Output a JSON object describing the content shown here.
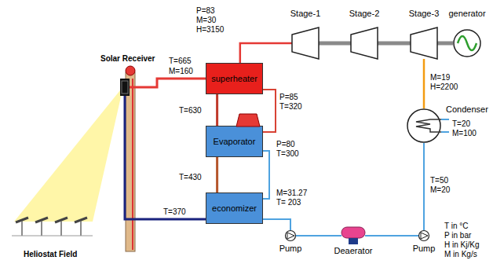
{
  "diagram": {
    "nodes": [
      {
        "text": [
          "Solar Receiver"
        ]
      },
      {
        "text": [
          "superheater"
        ]
      },
      {
        "text": [
          "Evaporator"
        ]
      },
      {
        "text": [
          "economizer"
        ]
      },
      {
        "text": [
          "Stage-1"
        ]
      },
      {
        "text": [
          "Stage-2"
        ]
      },
      {
        "text": [
          "Stage-3"
        ]
      },
      {
        "text": [
          "generator"
        ]
      },
      {
        "text": [
          "Condenser"
        ]
      },
      {
        "text": [
          "Pump"
        ]
      },
      {
        "text": [
          "Deaerator"
        ]
      },
      {
        "text": [
          "Pump"
        ]
      }
    ],
    "edges": [
      {
        "from": 0,
        "to": 1,
        "arrow": "none"
      },
      {
        "from": 1,
        "to": 2,
        "arrow": "none"
      },
      {
        "from": 2,
        "to": 3,
        "arrow": "none"
      },
      {
        "from": 3,
        "to": 0,
        "arrow": "none"
      },
      {
        "from": 9,
        "to": 3,
        "arrow": "none"
      },
      {
        "from": 3,
        "to": 2,
        "arrow": "none"
      },
      {
        "from": 2,
        "to": 1,
        "arrow": "none"
      },
      {
        "from": 1,
        "to": 4,
        "arrow": "none"
      },
      {
        "from": 4,
        "to": 5,
        "arrow": "none"
      },
      {
        "from": 5,
        "to": 6,
        "arrow": "none"
      },
      {
        "from": 6,
        "to": 7,
        "arrow": "none"
      },
      {
        "from": 6,
        "to": 8,
        "arrow": "none"
      },
      {
        "from": 8,
        "to": 11,
        "arrow": "none"
      },
      {
        "from": 11,
        "to": 10,
        "arrow": "none"
      },
      {
        "from": 10,
        "to": 9,
        "arrow": "none"
      }
    ],
    "labels": [
      "T=665",
      "M=160",
      "P=83",
      "M=30",
      "H=3150",
      "P=85",
      "T=320",
      "T=630",
      "P=80",
      "T=300",
      "T=430",
      "M=31.27",
      "T= 203",
      "T=370",
      "M=19",
      "H=2200",
      "T=20",
      "M=100",
      "T=50",
      "M=20",
      "Heliostat Field",
      "T in °C",
      "P in bar",
      "H in Kj/Kg",
      "M in Kg/s"
    ]
  }
}
